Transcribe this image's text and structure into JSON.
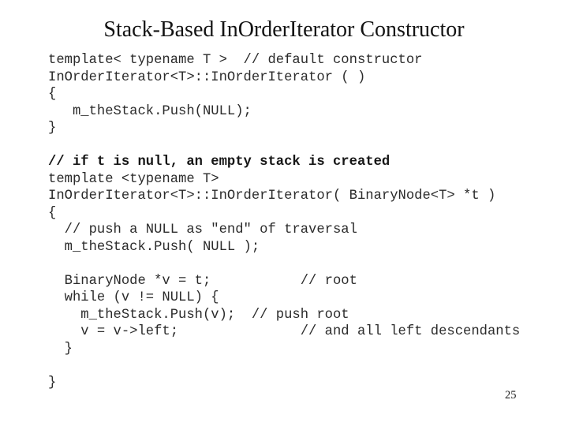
{
  "title": "Stack-Based InOrderIterator Constructor",
  "page_number": "25",
  "colors": {
    "background": "#ffffff",
    "text": "#2b2b2b"
  },
  "code": {
    "language": "cpp",
    "lines": [
      {
        "text": "template< typename T >  // default constructor",
        "bold": false
      },
      {
        "text": "InOrderIterator<T>::InOrderIterator ( )",
        "bold": false
      },
      {
        "text": "{",
        "bold": false
      },
      {
        "text": "   m_theStack.Push(NULL);",
        "bold": false
      },
      {
        "text": "}",
        "bold": false
      },
      {
        "text": "",
        "bold": false
      },
      {
        "text": "// if t is null, an empty stack is created",
        "bold": true
      },
      {
        "text": "template <typename T>",
        "bold": false
      },
      {
        "text": "InOrderIterator<T>::InOrderIterator( BinaryNode<T> *t )",
        "bold": false
      },
      {
        "text": "{",
        "bold": false
      },
      {
        "text": "  // push a NULL as \"end\" of traversal",
        "bold": false
      },
      {
        "text": "  m_theStack.Push( NULL );",
        "bold": false
      },
      {
        "text": "",
        "bold": false
      },
      {
        "text": "  BinaryNode *v = t;           // root",
        "bold": false
      },
      {
        "text": "  while (v != NULL) {",
        "bold": false
      },
      {
        "text": "    m_theStack.Push(v);  // push root",
        "bold": false
      },
      {
        "text": "    v = v->left;               // and all left descendants",
        "bold": false
      },
      {
        "text": "  }",
        "bold": false
      },
      {
        "text": "",
        "bold": false
      },
      {
        "text": "}",
        "bold": false
      }
    ]
  }
}
